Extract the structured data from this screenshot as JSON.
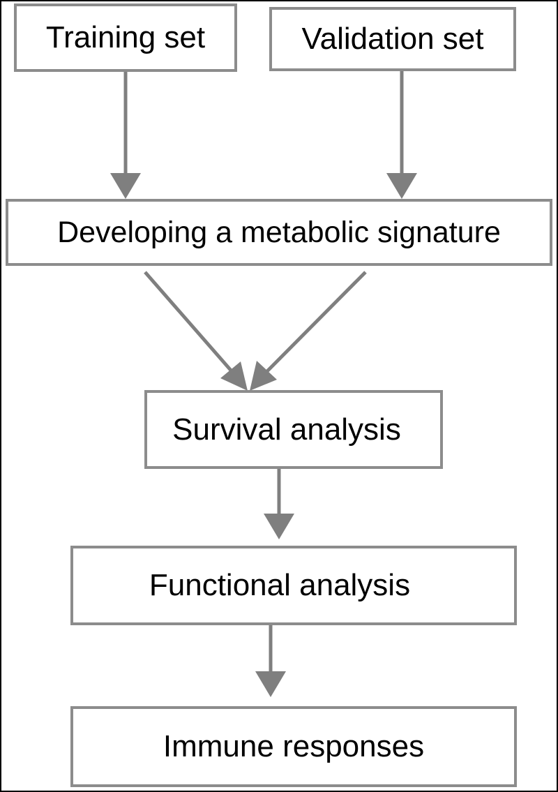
{
  "diagram": {
    "nodes": {
      "training_set": "Training set",
      "validation_set": "Validation set",
      "metabolic_signature": "Developing a metabolic signature",
      "survival_analysis": "Survival analysis",
      "functional_analysis": "Functional analysis",
      "immune_responses": "Immune responses"
    },
    "edges": [
      {
        "from": "training_set",
        "to": "metabolic_signature"
      },
      {
        "from": "validation_set",
        "to": "metabolic_signature"
      },
      {
        "from": "metabolic_signature",
        "to": "survival_analysis"
      },
      {
        "from": "metabolic_signature",
        "to": "survival_analysis"
      },
      {
        "from": "survival_analysis",
        "to": "functional_analysis"
      },
      {
        "from": "functional_analysis",
        "to": "immune_responses"
      }
    ],
    "colors": {
      "border": "#8c8c8c",
      "arrow": "#7f7f7f",
      "text": "#000000",
      "frame": "#000000"
    }
  }
}
